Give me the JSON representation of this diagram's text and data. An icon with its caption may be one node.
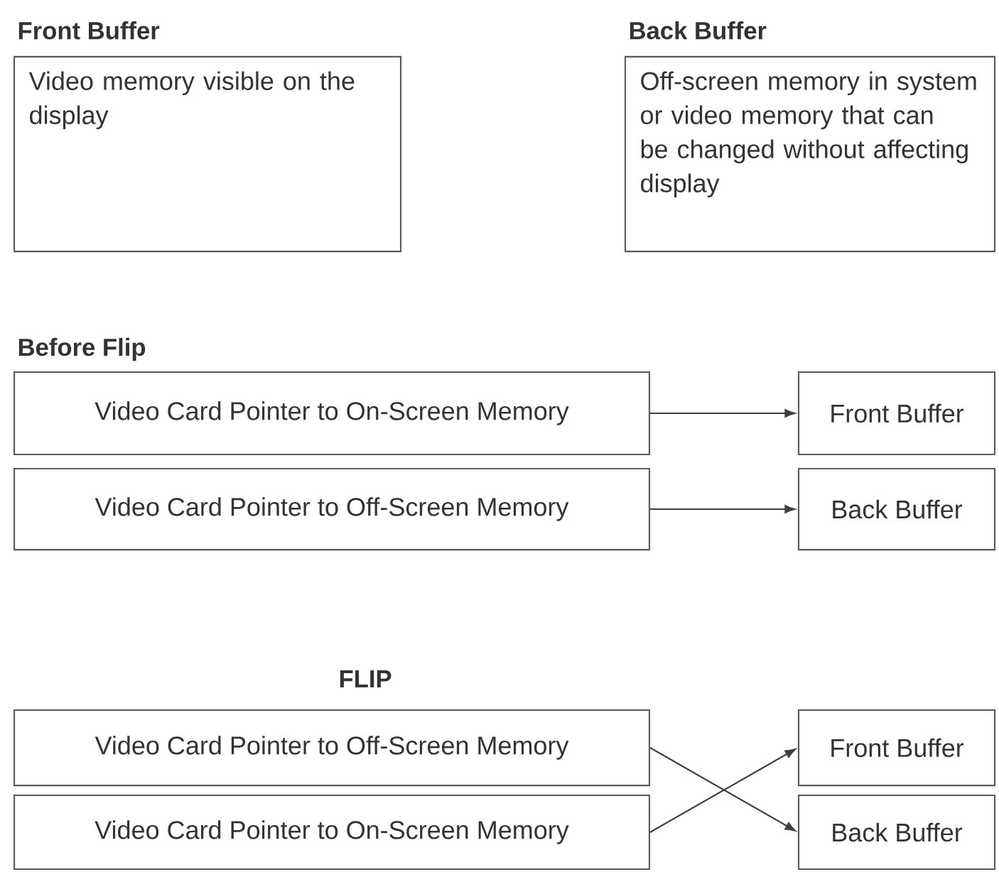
{
  "diagram": {
    "nodes": [
      {
        "text": [
          "Front Buffer",
          "Video memory visible on the display"
        ]
      },
      {
        "text": [
          "Back Buffer",
          "Off-screen memory in system or video memory that can be changed without affecting display"
        ]
      },
      {
        "text": [
          "Video Card Pointer to On-Screen Memory"
        ]
      },
      {
        "text": [
          "Front Buffer"
        ]
      },
      {
        "text": [
          "Video Card Pointer to Off-Screen Memory"
        ]
      },
      {
        "text": [
          "Back Buffer"
        ]
      },
      {
        "text": [
          "Video Card Pointer to Off-Screen Memory"
        ]
      },
      {
        "text": [
          "Front Buffer"
        ]
      },
      {
        "text": [
          "Video Card Pointer to On-Screen Memory"
        ]
      },
      {
        "text": [
          "Back Buffer"
        ]
      }
    ],
    "edges": [
      {
        "from": 2,
        "to": 3,
        "arrow": "to"
      },
      {
        "from": 4,
        "to": 5,
        "arrow": "to"
      },
      {
        "from": 6,
        "to": 9,
        "arrow": "to"
      },
      {
        "from": 8,
        "to": 7,
        "arrow": "to"
      }
    ],
    "labels": [
      "Before Flip",
      "FLIP"
    ]
  }
}
